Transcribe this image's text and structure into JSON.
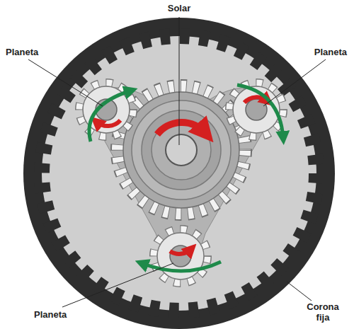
{
  "diagram": {
    "labels": [
      "Solar",
      "Planeta",
      "Planeta",
      "Planeta",
      "Corona fija"
    ]
  }
}
